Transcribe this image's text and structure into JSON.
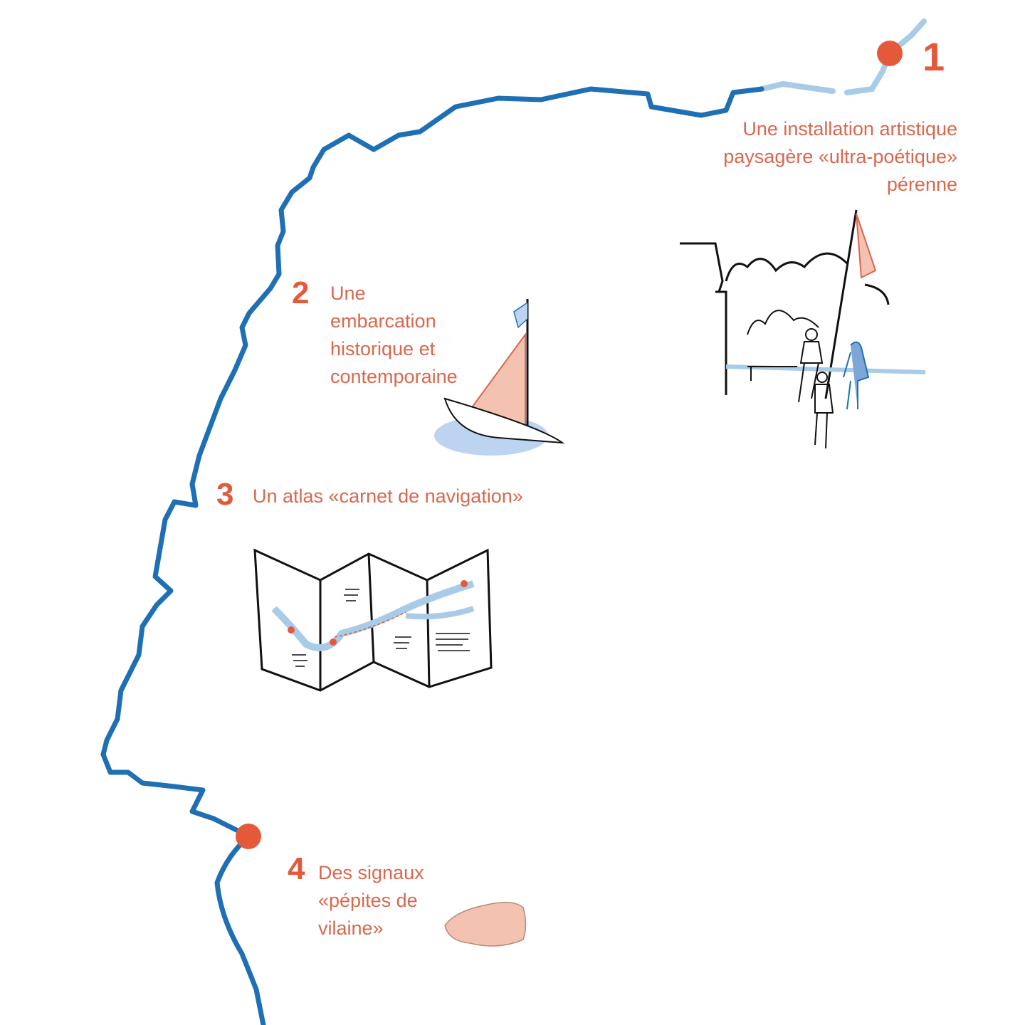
{
  "colors": {
    "river": "#1f6fb5",
    "river_light": "#a8cbe8",
    "marker": "#e5593b",
    "text": "#d9684e",
    "pink": "#f4c2b0"
  },
  "steps": [
    {
      "number": "1",
      "lines": [
        "Une installation artistique",
        "paysagère «ultra-poétique»",
        "pérenne"
      ],
      "icon": "landscape-installation-icon"
    },
    {
      "number": "2",
      "lines": [
        "Une",
        "embarcation",
        "historique et",
        "contemporaine"
      ],
      "icon": "sailboat-icon"
    },
    {
      "number": "3",
      "lines": [
        "Un atlas «carnet de navigation»"
      ],
      "icon": "folded-map-icon"
    },
    {
      "number": "4",
      "lines": [
        "Des signaux",
        "«pépites de",
        "vilaine»"
      ],
      "icon": "stone-nugget-icon"
    }
  ]
}
